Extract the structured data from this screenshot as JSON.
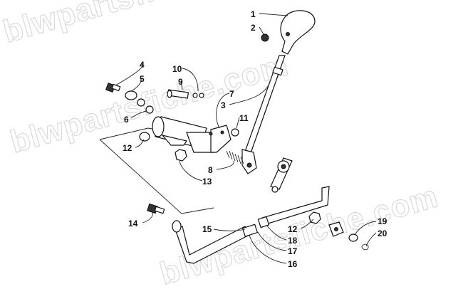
{
  "watermark": "blwpartsfiche.com",
  "callouts": [
    {
      "id": "1",
      "label": "1"
    },
    {
      "id": "2",
      "label": "2"
    },
    {
      "id": "3",
      "label": "3"
    },
    {
      "id": "4",
      "label": "4"
    },
    {
      "id": "5",
      "label": "5"
    },
    {
      "id": "6",
      "label": "6"
    },
    {
      "id": "7",
      "label": "7"
    },
    {
      "id": "8",
      "label": "8"
    },
    {
      "id": "9",
      "label": "9"
    },
    {
      "id": "10",
      "label": "10"
    },
    {
      "id": "11",
      "label": "11"
    },
    {
      "id": "12a",
      "label": "12"
    },
    {
      "id": "12b",
      "label": "12"
    },
    {
      "id": "13",
      "label": "13"
    },
    {
      "id": "14",
      "label": "14"
    },
    {
      "id": "15",
      "label": "15"
    },
    {
      "id": "16",
      "label": "16"
    },
    {
      "id": "17",
      "label": "17"
    },
    {
      "id": "18",
      "label": "18"
    },
    {
      "id": "19",
      "label": "19"
    },
    {
      "id": "20",
      "label": "20"
    }
  ]
}
